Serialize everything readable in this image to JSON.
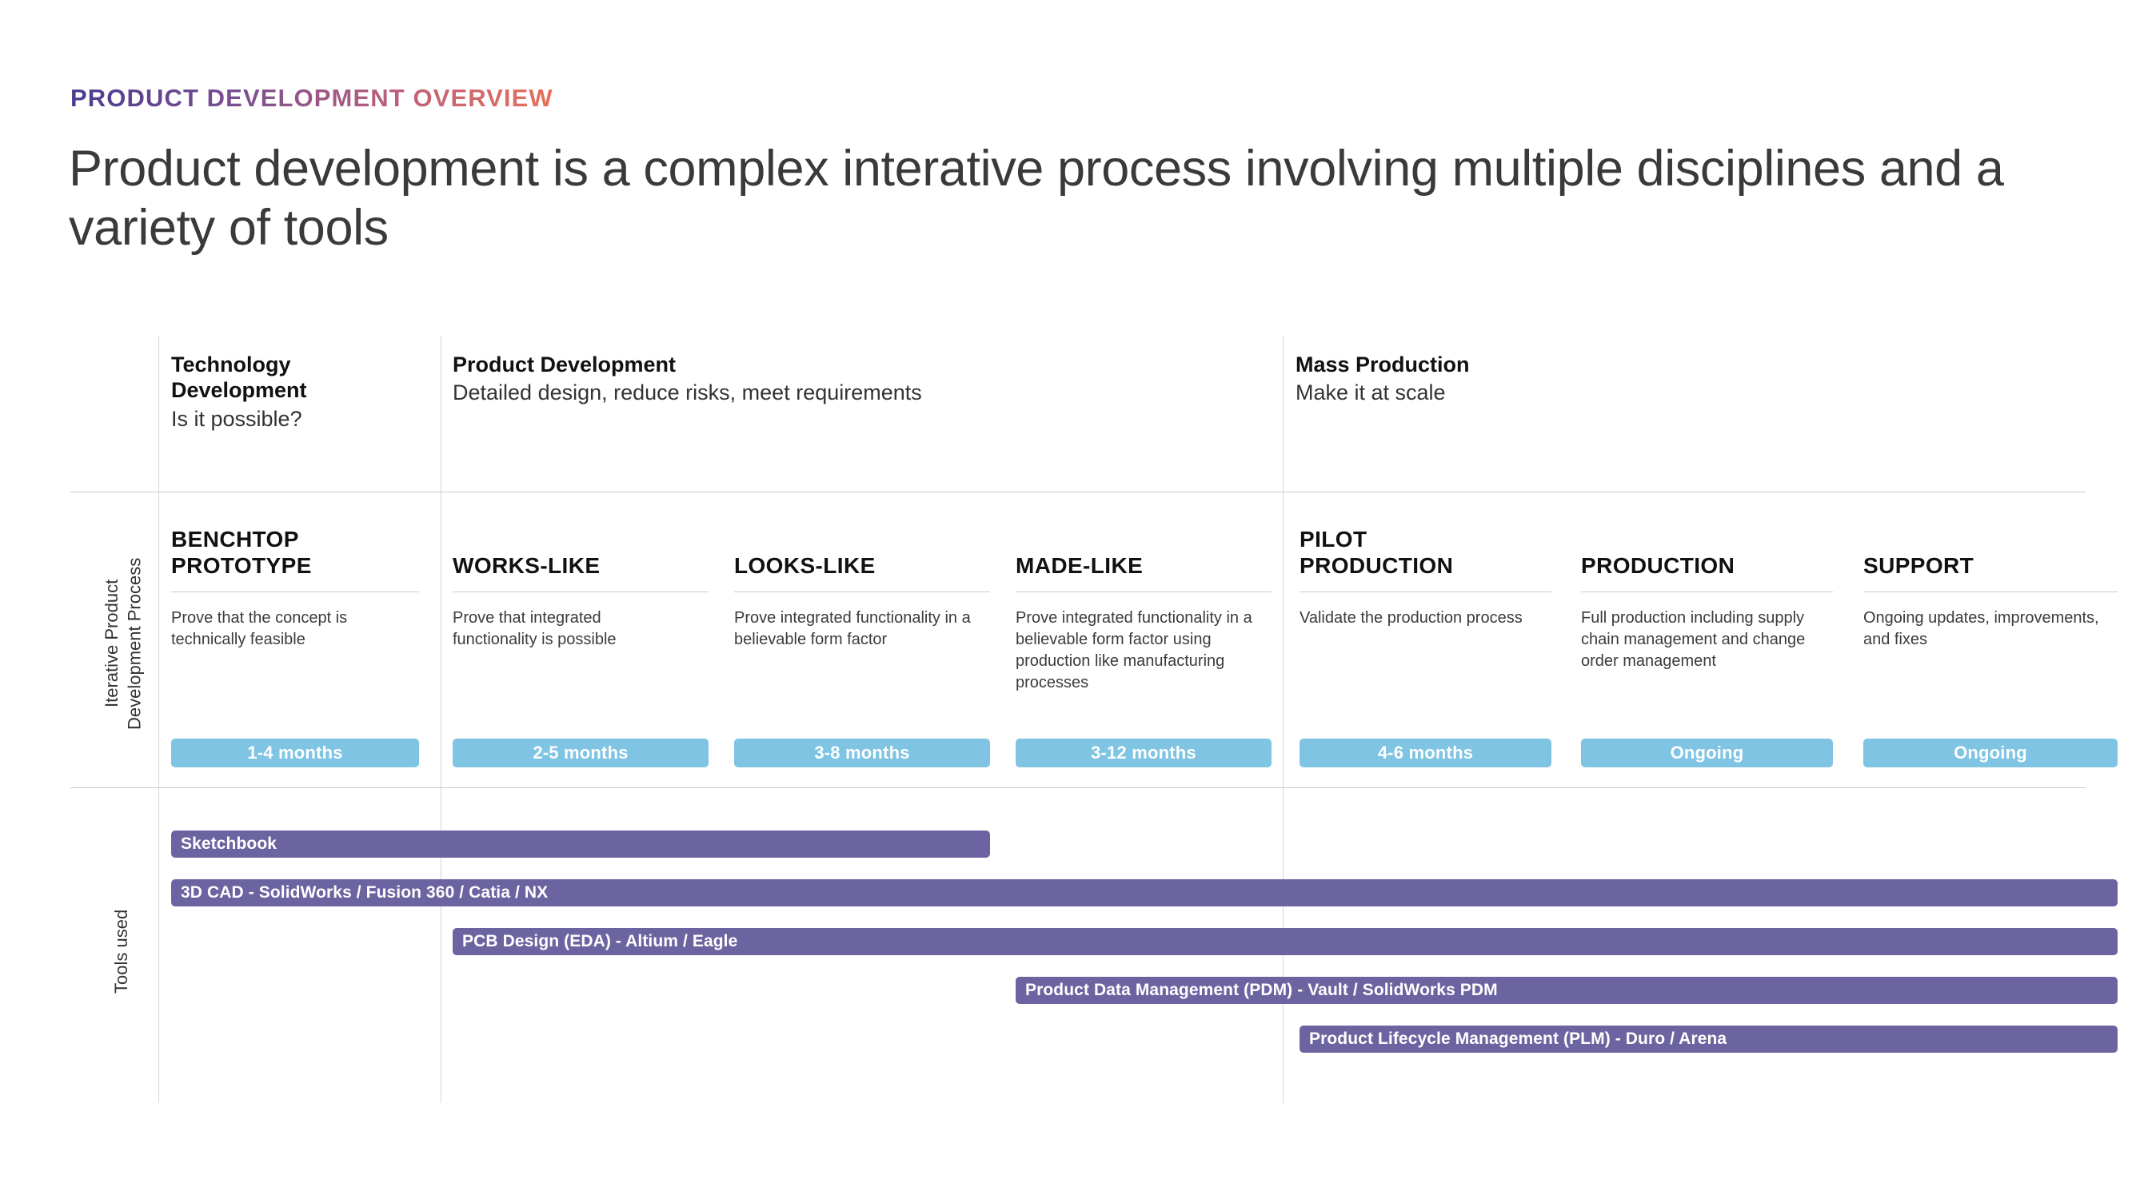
{
  "header": {
    "eyebrow": "PRODUCT DEVELOPMENT OVERVIEW",
    "headline": "Product development is a complex interative process involving multiple disciplines and a variety of tools",
    "eyebrow_gradient_from": "#4b3d8f",
    "eyebrow_gradient_to": "#e8705c"
  },
  "rails": {
    "process": "Iterative Product\nDevelopment Process",
    "tools": "Tools used"
  },
  "phases": [
    {
      "name": "Technology Development",
      "desc": "Is it possible?"
    },
    {
      "name": "Product Development",
      "desc": "Detailed design, reduce risks, meet requirements"
    },
    {
      "name": "Mass Production",
      "desc": "Make it at scale"
    }
  ],
  "stages": [
    {
      "title": "BENCHTOP\nPROTOTYPE",
      "desc": "Prove that the concept is technically feasible",
      "duration": "1-4 months"
    },
    {
      "title": "WORKS-LIKE",
      "desc": "Prove that integrated functionality is possible",
      "duration": "2-5 months"
    },
    {
      "title": "LOOKS-LIKE",
      "desc": "Prove integrated functionality in a believable form factor",
      "duration": "3-8 months"
    },
    {
      "title": "MADE-LIKE",
      "desc": "Prove integrated functionality in a believable form factor using production like manufacturing processes",
      "duration": "3-12 months"
    },
    {
      "title": "PILOT\nPRODUCTION",
      "desc": "Validate the production process",
      "duration": "4-6 months"
    },
    {
      "title": "PRODUCTION",
      "desc": "Full production including supply chain management and change order management",
      "duration": "Ongoing"
    },
    {
      "title": "SUPPORT",
      "desc": "Ongoing updates, improvements, and fixes",
      "duration": "Ongoing"
    }
  ],
  "tools": [
    {
      "label": "Sketchbook"
    },
    {
      "label": "3D CAD - SolidWorks / Fusion 360 / Catia / NX"
    },
    {
      "label": "PCB Design (EDA) - Altium / Eagle"
    },
    {
      "label": "Product Data Management (PDM) - Vault / SolidWorks PDM"
    },
    {
      "label": "Product Lifecycle Management (PLM) - Duro / Arena"
    }
  ],
  "colors": {
    "duration_pill": "#7fc4e2",
    "tool_bar": "#6b64a0",
    "grid_line": "#d4d6d8"
  }
}
